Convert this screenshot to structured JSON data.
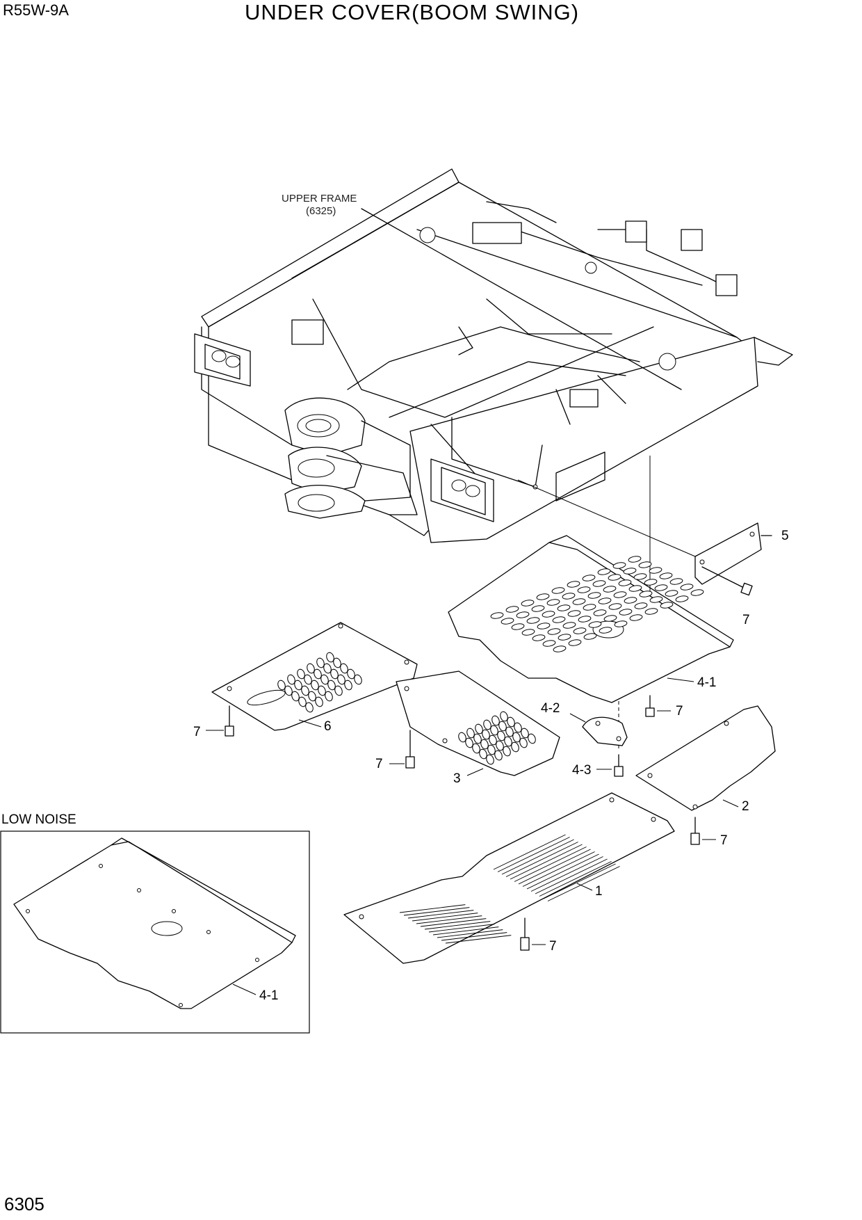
{
  "header": {
    "model": "R55W-9A",
    "title": "UNDER COVER(BOOM SWING)"
  },
  "footer": {
    "page_number": "6305"
  },
  "upper_frame": {
    "name": "UPPER FRAME",
    "ref": "(6325)"
  },
  "inset": {
    "label": "LOW NOISE",
    "part_label": "4-1"
  },
  "callouts": {
    "c1": "1",
    "c2": "2",
    "c3": "3",
    "c4_1": "4-1",
    "c4_2": "4-2",
    "c4_3": "4-3",
    "c5": "5",
    "c6": "6",
    "c7": "7"
  }
}
